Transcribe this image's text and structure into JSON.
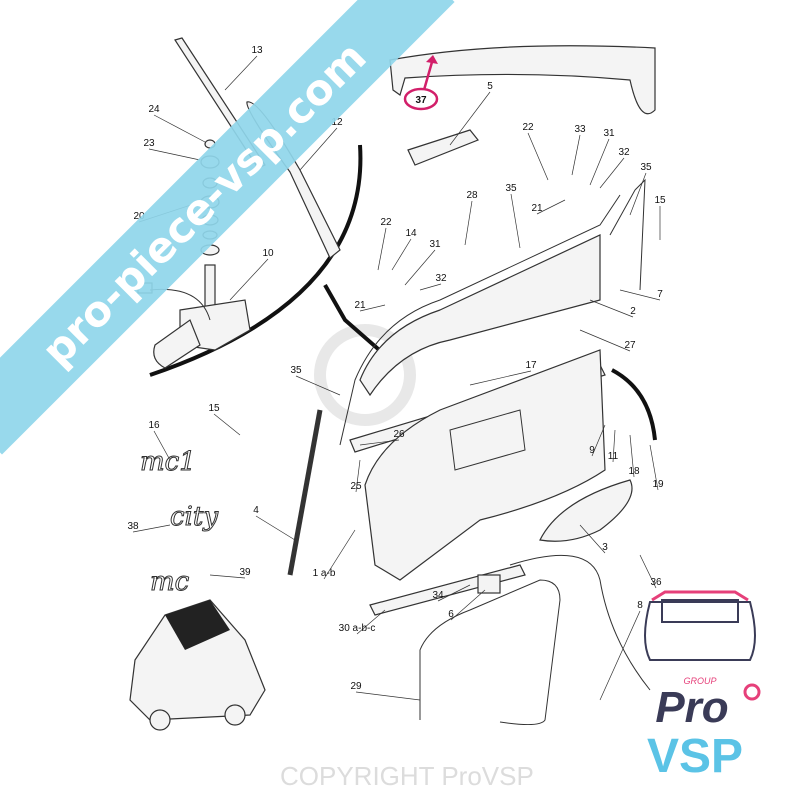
{
  "watermark": {
    "site_banner": "pro-piece-vsp.com",
    "banner_color": "#8fd6ea",
    "copyright_text": "COPYRIGHT ProVSP"
  },
  "callouts": [
    "13",
    "12",
    "24",
    "23",
    "20",
    "10",
    "37",
    "5",
    "22",
    "33",
    "31",
    "32",
    "35",
    "15",
    "28",
    "35",
    "21",
    "22",
    "14",
    "31",
    "32",
    "21",
    "7",
    "2",
    "27",
    "17",
    "35",
    "15",
    "16",
    "26",
    "25",
    "9",
    "11",
    "18",
    "19",
    "4",
    "38",
    "3",
    "39",
    "1 a-b",
    "36",
    "34",
    "6",
    "30 a-b-c",
    "8",
    "29"
  ],
  "highlight_callout": {
    "label": "37",
    "color": "#d21f6a"
  },
  "decals": {
    "mc1": "mc1",
    "city": "city",
    "mc": "mc"
  },
  "logo": {
    "group": "GROUP",
    "pro": "Pro",
    "vsp": "VSP",
    "colors": {
      "pink": "#e6407a",
      "navy": "#3a3b57",
      "blue": "#5bc3e6"
    }
  }
}
